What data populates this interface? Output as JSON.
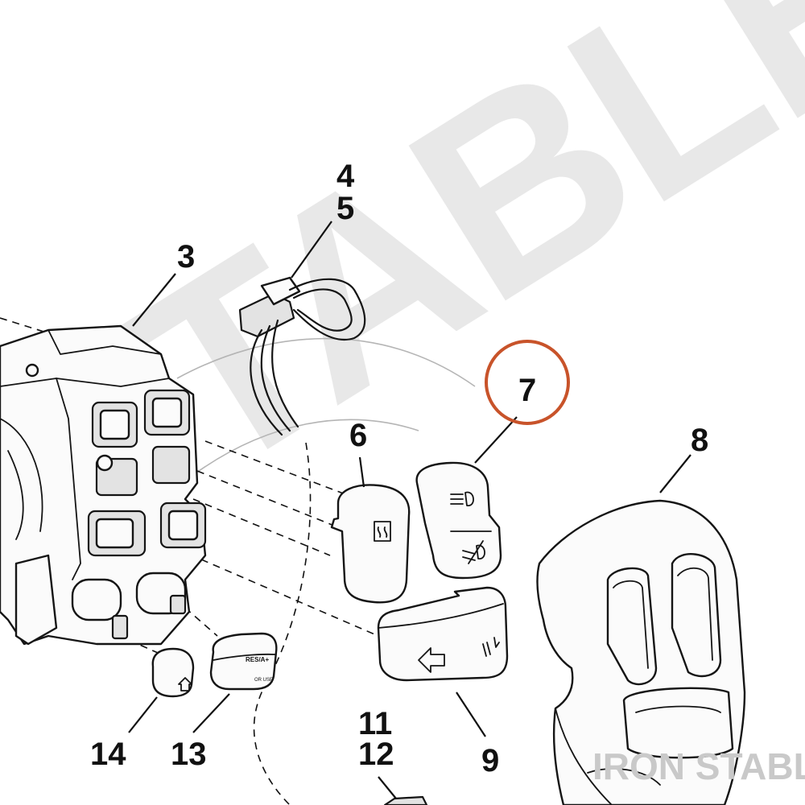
{
  "watermark": {
    "big_text": "STABLE",
    "footer_text": "IRON STABLE",
    "big_color": "#e8e8e8",
    "footer_color": "#c9c9c9"
  },
  "callouts": {
    "part_3": "3",
    "part_4": "4",
    "part_5": "5",
    "part_6": "6",
    "part_7": "7",
    "part_8": "8",
    "part_9": "9",
    "part_11": "11",
    "part_12": "12",
    "part_13": "13",
    "part_14": "14"
  },
  "highlight": {
    "target": "7",
    "color": "#c8532a"
  },
  "switch_caps": {
    "resume_label": "RES/A+",
    "cruise_label": "OR USE"
  },
  "icons": {
    "part_6": "heated-grip-icon",
    "part_7_top": "high-beam-icon",
    "part_7_bottom": "low-beam-icon",
    "part_9_left": "left-turn-arrow-icon",
    "part_9_right": "cancel-icon",
    "part_14": "home-icon"
  }
}
